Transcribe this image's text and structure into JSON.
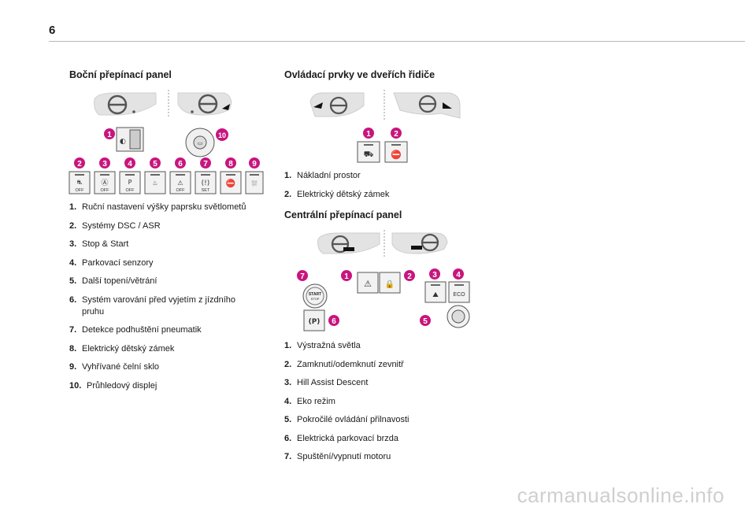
{
  "page_number": "6",
  "left": {
    "title": "Boční přepínací panel",
    "callouts": [
      "1",
      "2",
      "3",
      "4",
      "5",
      "6",
      "7",
      "8",
      "9",
      "10"
    ],
    "button_labels": [
      "OFF",
      "OFF",
      "OFF",
      "OFF",
      "SET"
    ],
    "items": [
      {
        "n": "1.",
        "text": "Ruční nastavení výšky paprsku světlometů"
      },
      {
        "n": "2.",
        "text": "Systémy DSC / ASR"
      },
      {
        "n": "3.",
        "text": "Stop & Start"
      },
      {
        "n": "4.",
        "text": "Parkovací senzory"
      },
      {
        "n": "5.",
        "text": "Další topení/větrání"
      },
      {
        "n": "6.",
        "text": "Systém varování před vyjetím z jízdního pruhu"
      },
      {
        "n": "7.",
        "text": "Detekce podhuštění pneumatik"
      },
      {
        "n": "8.",
        "text": "Elektrický dětský zámek"
      },
      {
        "n": "9.",
        "text": "Vyhřívané čelní sklo"
      },
      {
        "n": "10.",
        "text": "Průhledový displej"
      }
    ]
  },
  "right_top": {
    "title": "Ovládací prvky ve dveřích řidiče",
    "callouts": [
      "1",
      "2"
    ],
    "items": [
      {
        "n": "1.",
        "text": "Nákladní prostor"
      },
      {
        "n": "2.",
        "text": "Elektrický dětský zámek"
      }
    ]
  },
  "right_bottom": {
    "title": "Centrální přepínací panel",
    "callouts": [
      "7",
      "1",
      "2",
      "3",
      "4",
      "6",
      "5"
    ],
    "start_label_1": "START",
    "start_label_2": "STOP",
    "eco_label": "ECO",
    "items": [
      {
        "n": "1.",
        "text": "Výstražná světla"
      },
      {
        "n": "2.",
        "text": "Zamknutí/odemknutí zevnitř"
      },
      {
        "n": "3.",
        "text": "Hill Assist Descent"
      },
      {
        "n": "4.",
        "text": "Eko režim"
      },
      {
        "n": "5.",
        "text": "Pokročilé ovládání přilnavosti"
      },
      {
        "n": "6.",
        "text": "Elektrická parkovací brzda"
      },
      {
        "n": "7.",
        "text": "Spuštění/vypnutí motoru"
      }
    ]
  },
  "watermark": "carmanualsonline.info",
  "colors": {
    "callout": "#c8157e",
    "panel": "#e6e6e6",
    "button": "#f2f2f2",
    "outline": "#555555"
  }
}
